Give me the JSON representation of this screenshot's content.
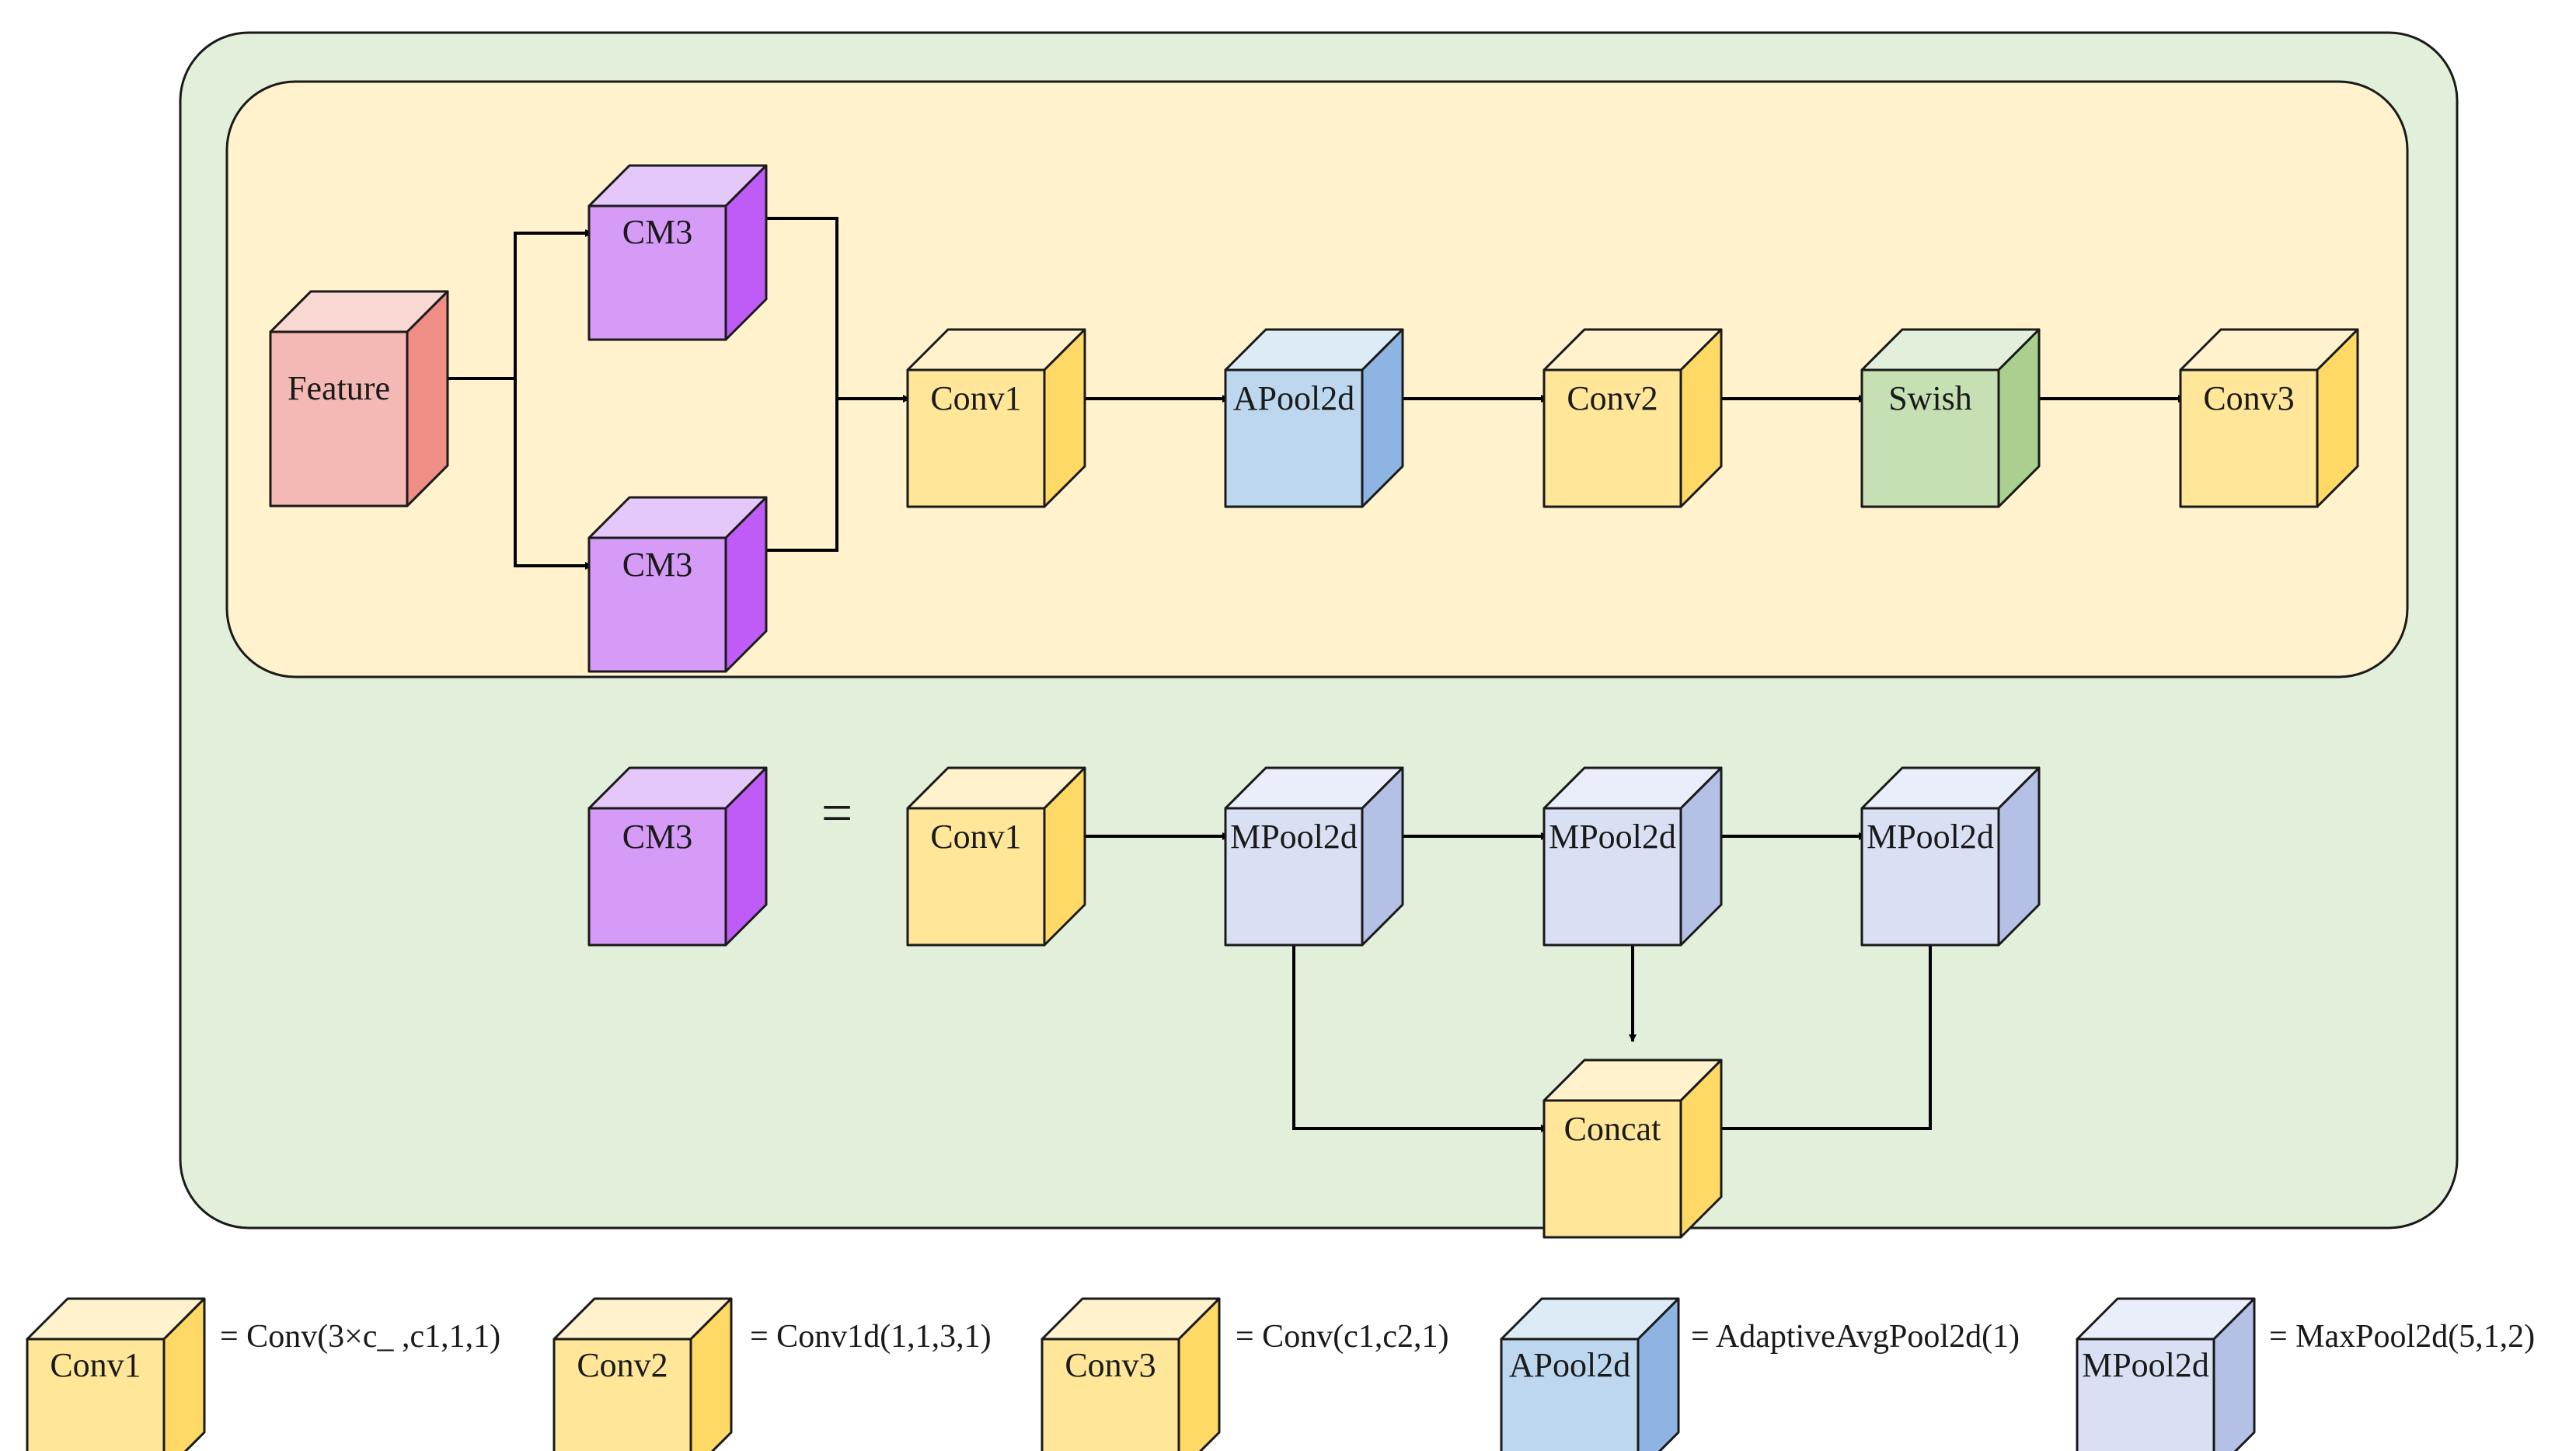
{
  "colors": {
    "outer_panel": "#e2efda",
    "inner_panel": "#fff2cc",
    "conv": {
      "front": "#ffe699",
      "top": "#fff2cc",
      "side": "#ffd966"
    },
    "cm3": {
      "front": "#d59bf6",
      "top": "#e5c8fa",
      "side": "#bf5cf7"
    },
    "feature": {
      "front": "#f4b9b4",
      "top": "#f9d8d4",
      "side": "#ee8e84"
    },
    "apool": {
      "front": "#bdd7ee",
      "top": "#ddebf7",
      "side": "#8db4e2"
    },
    "mpool": {
      "front": "#dae0f3",
      "top": "#eaeefa",
      "side": "#b4c0e6"
    },
    "swish": {
      "front": "#c6e0b4",
      "top": "#e2efda",
      "side": "#a9d08e"
    }
  },
  "blocks": {
    "feature": "Feature",
    "cm3_top": "CM3",
    "cm3_bottom": "CM3",
    "conv1_main": "Conv1",
    "apool_main": "APool2d",
    "conv2_main": "Conv2",
    "swish_main": "Swish",
    "conv3_main": "Conv3",
    "cm3_def": "CM3",
    "conv1_def": "Conv1",
    "mpool_1": "MPool2d",
    "mpool_2": "MPool2d",
    "mpool_3": "MPool2d",
    "concat": "Concat"
  },
  "equals_sign": "=",
  "legend": [
    {
      "label": "Conv1",
      "definition": "= Conv(3×c_ ,c1,1,1)",
      "style": "conv"
    },
    {
      "label": "Conv2",
      "definition": "= Conv1d(1,1,3,1)",
      "style": "conv"
    },
    {
      "label": "Conv3",
      "definition": "= Conv(c1,c2,1)",
      "style": "conv"
    },
    {
      "label": "APool2d",
      "definition": "= AdaptiveAvgPool2d(1)",
      "style": "apool"
    },
    {
      "label": "MPool2d",
      "definition": "= MaxPool2d(5,1,2)",
      "style": "mpool"
    }
  ]
}
